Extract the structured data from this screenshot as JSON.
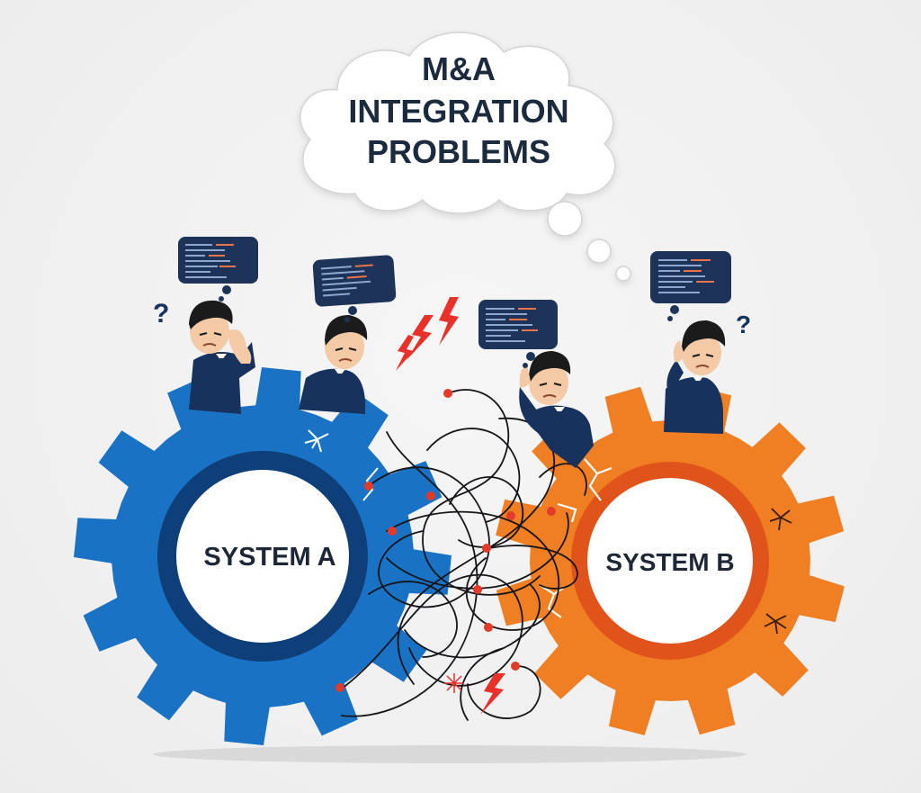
{
  "title": {
    "lines": [
      "M&A",
      "INTEGRATION",
      "PROBLEMS"
    ]
  },
  "gears": {
    "system_a": {
      "label": "SYSTEM A",
      "color": "#1a72c4",
      "ring_color": "#0f3f78"
    },
    "system_b": {
      "label": "SYSTEM B",
      "color": "#f07f24",
      "ring_color": "#e0531a"
    }
  },
  "colors": {
    "suit": "#17325c",
    "skin": "#f3c9a6",
    "hair": "#1b1b1b",
    "code_bubble": "#1d3458",
    "lightning": "#e8312a",
    "wire": "#15151a",
    "node": "#e23b2a"
  },
  "icons": [
    "question-mark-icon",
    "lightning-icon",
    "code-bubble-icon",
    "crack-icon",
    "gear-icon"
  ]
}
